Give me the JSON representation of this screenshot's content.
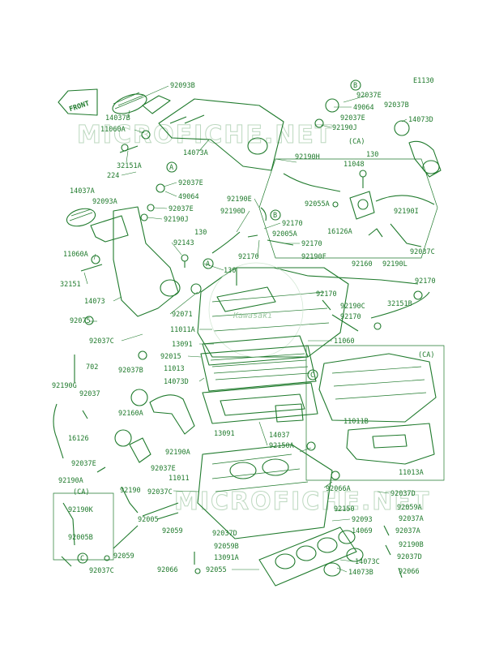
{
  "diagram": {
    "ref_code": "E1130",
    "front_arrow": "FRONT",
    "watermark": "MICROFICHE.NET",
    "center_logo": "Kawasaki",
    "parts": [
      {
        "id": "p01",
        "text": "92093B"
      },
      {
        "id": "p02",
        "text": "14037B"
      },
      {
        "id": "p03",
        "text": "11060A"
      },
      {
        "id": "p04",
        "text": "14073A"
      },
      {
        "id": "p05",
        "text": "32151A"
      },
      {
        "id": "p06",
        "text": "224"
      },
      {
        "id": "p07",
        "text": "92037E"
      },
      {
        "id": "p08",
        "text": "14037A"
      },
      {
        "id": "p09",
        "text": "92093A"
      },
      {
        "id": "p10",
        "text": "49064"
      },
      {
        "id": "p11",
        "text": "92037E"
      },
      {
        "id": "p12",
        "text": "92190J"
      },
      {
        "id": "p13",
        "text": "92143"
      },
      {
        "id": "p14",
        "text": "130"
      },
      {
        "id": "p15",
        "text": "11060A"
      },
      {
        "id": "p16",
        "text": "32151"
      },
      {
        "id": "p17",
        "text": "14073"
      },
      {
        "id": "p18",
        "text": "92075"
      },
      {
        "id": "p19",
        "text": "92037C"
      },
      {
        "id": "p20",
        "text": "702"
      },
      {
        "id": "p21",
        "text": "92190G"
      },
      {
        "id": "p22",
        "text": "92037"
      },
      {
        "id": "p23",
        "text": "16126"
      },
      {
        "id": "p24",
        "text": "92037E"
      },
      {
        "id": "p25",
        "text": "92190A"
      },
      {
        "id": "p26",
        "text": "(CA)"
      },
      {
        "id": "p27",
        "text": "92190K"
      },
      {
        "id": "p28",
        "text": "92005B"
      },
      {
        "id": "p29",
        "text": "92037C"
      },
      {
        "id": "p30",
        "text": "92037E"
      },
      {
        "id": "p31",
        "text": "49064"
      },
      {
        "id": "p32",
        "text": "92037B"
      },
      {
        "id": "p33",
        "text": "92037E"
      },
      {
        "id": "p34",
        "text": "92190J"
      },
      {
        "id": "p35",
        "text": "14073D"
      },
      {
        "id": "p36",
        "text": "(CA)"
      },
      {
        "id": "p37",
        "text": "92190H"
      },
      {
        "id": "p38",
        "text": "130"
      },
      {
        "id": "p39",
        "text": "11048"
      },
      {
        "id": "p40",
        "text": "92055A"
      },
      {
        "id": "p41",
        "text": "16126A"
      },
      {
        "id": "p42",
        "text": "92190I"
      },
      {
        "id": "p43",
        "text": "92037C"
      },
      {
        "id": "p44",
        "text": "92160"
      },
      {
        "id": "p45",
        "text": "92190L"
      },
      {
        "id": "p46",
        "text": "92190E"
      },
      {
        "id": "p47",
        "text": "92190D"
      },
      {
        "id": "p48",
        "text": "92170"
      },
      {
        "id": "p49",
        "text": "92005A"
      },
      {
        "id": "p50",
        "text": "92170"
      },
      {
        "id": "p51",
        "text": "92170"
      },
      {
        "id": "p52",
        "text": "92190F"
      },
      {
        "id": "p53",
        "text": "130"
      },
      {
        "id": "p54",
        "text": "92170"
      },
      {
        "id": "p55",
        "text": "92170"
      },
      {
        "id": "p56",
        "text": "92190C"
      },
      {
        "id": "p57",
        "text": "92170"
      },
      {
        "id": "p58",
        "text": "32151B"
      },
      {
        "id": "p59",
        "text": "92071"
      },
      {
        "id": "p60",
        "text": "11011A"
      },
      {
        "id": "p61",
        "text": "11060"
      },
      {
        "id": "p62",
        "text": "13091"
      },
      {
        "id": "p63",
        "text": "92015"
      },
      {
        "id": "p64",
        "text": "92037B"
      },
      {
        "id": "p65",
        "text": "11013"
      },
      {
        "id": "p66",
        "text": "14073D"
      },
      {
        "id": "p67",
        "text": "92160A"
      },
      {
        "id": "p68",
        "text": "13091"
      },
      {
        "id": "p69",
        "text": "14037"
      },
      {
        "id": "p70",
        "text": "92150A"
      },
      {
        "id": "p71",
        "text": "92190A"
      },
      {
        "id": "p72",
        "text": "92037E"
      },
      {
        "id": "p73",
        "text": "11011"
      },
      {
        "id": "p74",
        "text": "92190"
      },
      {
        "id": "p75",
        "text": "92037C"
      },
      {
        "id": "p76",
        "text": "92066A"
      },
      {
        "id": "p77",
        "text": "92037D"
      },
      {
        "id": "p78",
        "text": "92059A"
      },
      {
        "id": "p79",
        "text": "92150"
      },
      {
        "id": "p80",
        "text": "92093"
      },
      {
        "id": "p81",
        "text": "92037A"
      },
      {
        "id": "p82",
        "text": "92005"
      },
      {
        "id": "p83",
        "text": "92059"
      },
      {
        "id": "p84",
        "text": "92037D"
      },
      {
        "id": "p85",
        "text": "14069"
      },
      {
        "id": "p86",
        "text": "92037A"
      },
      {
        "id": "p87",
        "text": "92190B"
      },
      {
        "id": "p88",
        "text": "92059"
      },
      {
        "id": "p89",
        "text": "92059B"
      },
      {
        "id": "p90",
        "text": "13091A"
      },
      {
        "id": "p91",
        "text": "14073C"
      },
      {
        "id": "p92",
        "text": "92037D"
      },
      {
        "id": "p93",
        "text": "92066"
      },
      {
        "id": "p94",
        "text": "92055"
      },
      {
        "id": "p95",
        "text": "14073B"
      },
      {
        "id": "p96",
        "text": "92066"
      },
      {
        "id": "p97",
        "text": "(CA)"
      },
      {
        "id": "p98",
        "text": "11011B"
      },
      {
        "id": "p99",
        "text": "11013A"
      }
    ],
    "callouts": [
      {
        "id": "c1",
        "text": "B"
      },
      {
        "id": "c2",
        "text": "A"
      },
      {
        "id": "c3",
        "text": "B"
      },
      {
        "id": "c4",
        "text": "A"
      },
      {
        "id": "c5",
        "text": "C"
      },
      {
        "id": "c6",
        "text": "C"
      }
    ]
  },
  "colors": {
    "ink": "#1f7a2c",
    "watermark": "#bcd8bf",
    "background": "#ffffff"
  }
}
